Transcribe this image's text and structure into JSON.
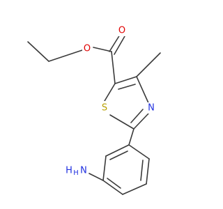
{
  "molecule": {
    "atoms": {
      "O_carbonyl": {
        "symbol": "O",
        "color": "#e00000"
      },
      "O_ester": {
        "symbol": "O",
        "color": "#e00000"
      },
      "S": {
        "symbol": "S",
        "color": "#b8a000"
      },
      "N_ring": {
        "symbol": "N",
        "color": "#2030e0"
      },
      "N_amine": {
        "symbol": "N",
        "color": "#2030e0"
      },
      "H2_amine": {
        "symbol": "H",
        "color": "#2030e0"
      },
      "H1_amine": {
        "symbol": "H",
        "color": "#2030e0"
      }
    },
    "bond_color": "#3a3a3a"
  }
}
